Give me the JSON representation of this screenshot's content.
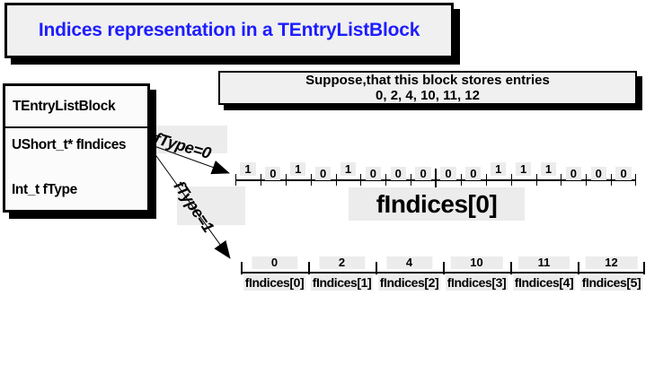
{
  "title": {
    "text": "Indices representation in a TEntryListBlock"
  },
  "note_box": {
    "line1": "Suppose,that this block stores entries",
    "line2": "0, 2, 4, 10, 11, 12"
  },
  "class_box": {
    "name": "TEntryListBlock",
    "fields": [
      "UShort_t* fIndices",
      "Int_t fType"
    ]
  },
  "arrows": [
    {
      "label": "fType=0",
      "target": "bit-array"
    },
    {
      "label": "fType=1",
      "target": "entry-array"
    }
  ],
  "bit_array": {
    "bits": [
      1,
      0,
      1,
      0,
      1,
      0,
      0,
      0,
      0,
      0,
      1,
      1,
      1,
      0,
      0,
      0
    ],
    "caption": "fIndices[0]"
  },
  "entry_array": {
    "items": [
      {
        "value": "0",
        "label": "fIndices[0]"
      },
      {
        "value": "2",
        "label": "fIndices[1]"
      },
      {
        "value": "4",
        "label": "fIndices[2]"
      },
      {
        "value": "10",
        "label": "fIndices[3]"
      },
      {
        "value": "11",
        "label": "fIndices[4]"
      },
      {
        "value": "12",
        "label": "fIndices[5]"
      }
    ]
  },
  "colors": {
    "title_text": "#1d1dff",
    "box_fill": "#f0f0f0",
    "label_patch": "#ececec",
    "line": "#000000",
    "shadow": "#000000"
  }
}
